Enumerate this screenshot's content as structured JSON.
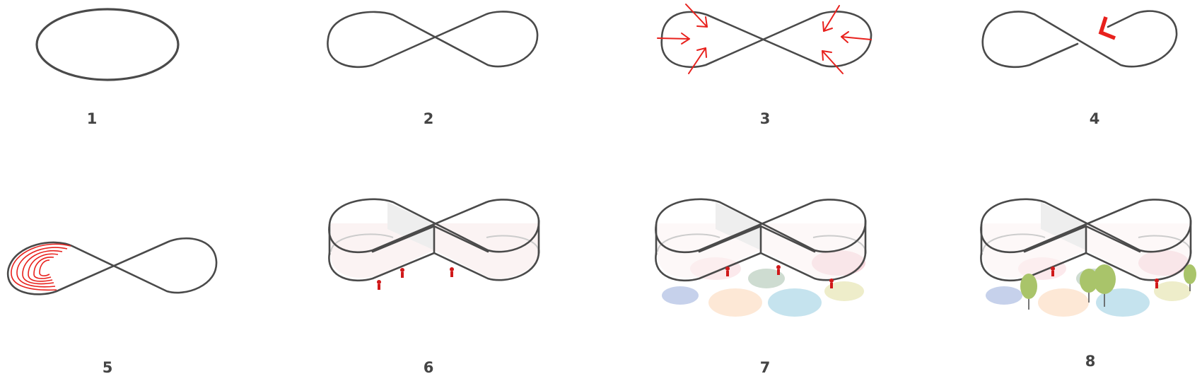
{
  "diagram": {
    "steps": [
      {
        "label": "1"
      },
      {
        "label": "2"
      },
      {
        "label": "3"
      },
      {
        "label": "4"
      },
      {
        "label": "5"
      },
      {
        "label": "6"
      },
      {
        "label": "7"
      },
      {
        "label": "8"
      }
    ],
    "colors": {
      "outline": "#4a4a4a",
      "accent_red": "#e8211d",
      "label": "#444444",
      "ground_blue": "#b8c6e6",
      "ground_peach": "#fde6d2",
      "ground_sky": "#bfe0ec",
      "ground_sage": "#c9d8cc",
      "ground_olive": "#ecebc4",
      "ground_pink": "#f4c6cf",
      "tree_green": "#a9c46a"
    }
  }
}
